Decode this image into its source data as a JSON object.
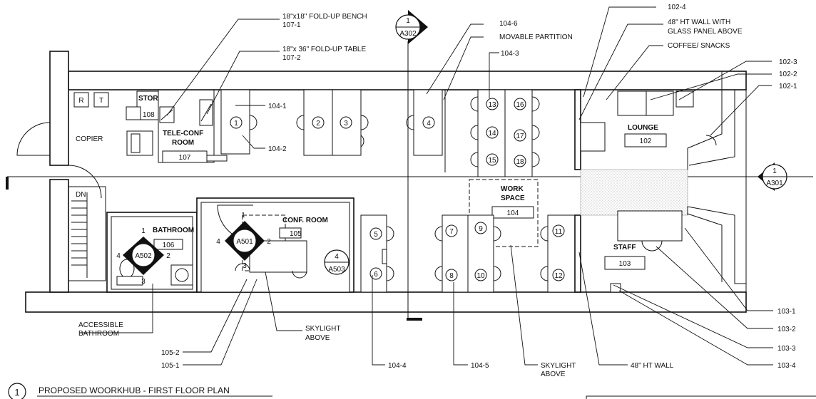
{
  "title": {
    "number": "1",
    "text": "PROPOSED WOORKHUB - FIRST FLOOR PLAN"
  },
  "rooms": {
    "stor": {
      "name": "STOR",
      "number": "108"
    },
    "tele_conf": {
      "name": "TELE-CONF ROOM",
      "number": "107"
    },
    "bathroom": {
      "name": "BATHROOM",
      "number": "106"
    },
    "conf_room": {
      "name": "CONF. ROOM",
      "number": "105"
    },
    "work_space": {
      "name": "WORK SPACE",
      "number": "104"
    },
    "lounge": {
      "name": "LOUNGE",
      "number": "102"
    },
    "staff": {
      "name": "STAFF",
      "number": "103"
    },
    "copier": "COPIER",
    "dn": "DN",
    "r_label": "R",
    "t_label": "T"
  },
  "seats": [
    "1",
    "2",
    "3",
    "4",
    "5",
    "6",
    "7",
    "8",
    "9",
    "10",
    "11",
    "12",
    "13",
    "14",
    "15",
    "16",
    "17",
    "18"
  ],
  "section_markers": [
    {
      "number": "1",
      "sheet": "A302"
    },
    {
      "number": "1",
      "sheet": "A301"
    }
  ],
  "elevation_markers": [
    {
      "sheet": "A502",
      "sides": [
        "1",
        "2",
        "3",
        "4"
      ]
    },
    {
      "sheet": "A501",
      "sides": [
        "1",
        "2",
        "3",
        "4"
      ]
    }
  ],
  "detail_marker": {
    "number": "4",
    "sheet": "A503"
  },
  "callouts": {
    "bench": {
      "line1": "18\"x18\" FOLD-UP BENCH",
      "line2": "107-1"
    },
    "table": {
      "line1": "18\"x 36\" FOLD-UP TABLE",
      "line2": "107-2"
    },
    "c104_6": "104-6",
    "partition": "MOVABLE PARTITION",
    "c104_3": "104-3",
    "c104_1": "104-1",
    "c104_2": "104-2",
    "c102_4": "102-4",
    "glass_wall": {
      "line1": "48\" HT WALL WITH",
      "line2": "GLASS PANEL ABOVE"
    },
    "coffee": "COFFEE/ SNACKS",
    "c102_3": "102-3",
    "c102_2": "102-2",
    "c102_1": "102-1",
    "accessible": {
      "line1": "ACCESSIBLE",
      "line2": "BATHROOM"
    },
    "skylight1": {
      "line1": "SKYLIGHT",
      "line2": "ABOVE"
    },
    "c105_2": "105-2",
    "c105_1": "105-1",
    "c104_4": "104-4",
    "c104_5": "104-5",
    "skylight2": {
      "line1": "SKYLIGHT",
      "line2": "ABOVE"
    },
    "ht_wall": "48\" HT WALL",
    "c103_1": "103-1",
    "c103_2": "103-2",
    "c103_3": "103-3",
    "c103_4": "103-4"
  }
}
